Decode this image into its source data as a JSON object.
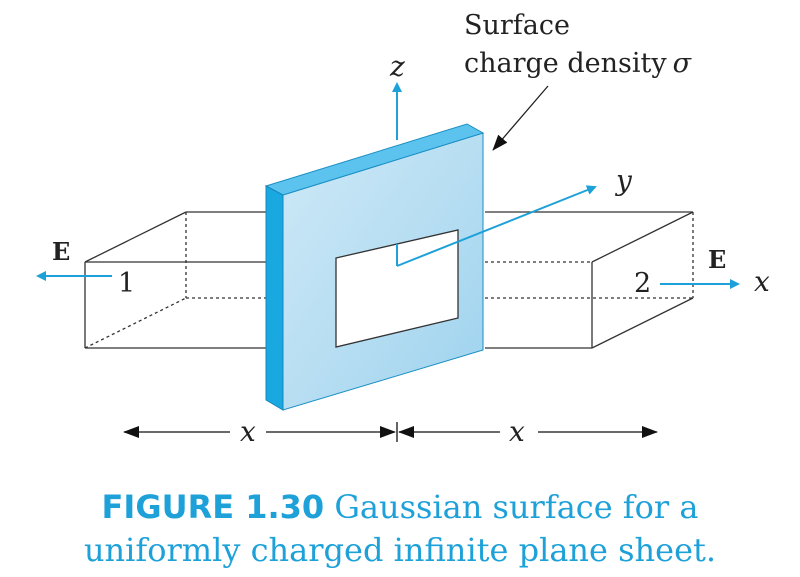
{
  "labels": {
    "surface_line1": "Surface",
    "surface_line2": "charge density",
    "sigma": "σ",
    "z": "z",
    "y": "y",
    "x_axis": "x",
    "field_left": "E",
    "field_right": "E",
    "end_1": "1",
    "end_2": "2",
    "dist_left": "x",
    "dist_right": "x"
  },
  "caption": {
    "figure_number": "FIGURE 1.30",
    "line1_text": "Gaussian surface for a",
    "line2_text": "uniformly charged infinite plane sheet."
  },
  "colors": {
    "arrow": "#1ea1d8",
    "sheet_edge": "#1aa8e0",
    "sheet_face": "#c9e8f6",
    "caption": "#1ea1d8",
    "line": "#333333"
  }
}
